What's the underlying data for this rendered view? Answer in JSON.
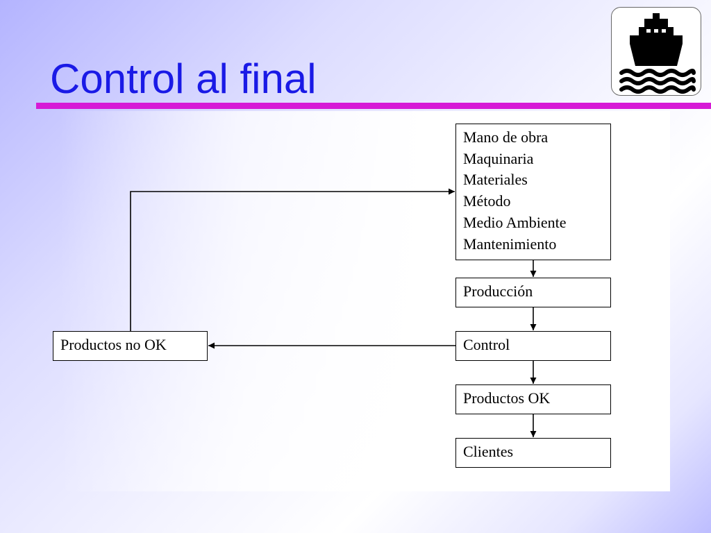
{
  "slide": {
    "title": "Control al final",
    "logo_icon": "ship-icon",
    "colors": {
      "title": "#1a1ae6",
      "rule": "#d61ad6",
      "line": "#000000"
    }
  },
  "diagram": {
    "nodes": {
      "inputs": {
        "lines": [
          "Mano de obra",
          "Maquinaria",
          "Materiales",
          "Método",
          "Medio Ambiente",
          "Mantenimiento"
        ]
      },
      "produccion": {
        "label": "Producción"
      },
      "control": {
        "label": "Control"
      },
      "productos_ok": {
        "label": "Productos OK"
      },
      "clientes": {
        "label": "Clientes"
      },
      "productos_no_ok": {
        "label": "Productos no OK"
      }
    },
    "edges": [
      {
        "from": "inputs",
        "to": "produccion"
      },
      {
        "from": "produccion",
        "to": "control"
      },
      {
        "from": "control",
        "to": "productos_ok"
      },
      {
        "from": "productos_ok",
        "to": "clientes"
      },
      {
        "from": "control",
        "to": "productos_no_ok"
      },
      {
        "from": "productos_no_ok",
        "to": "inputs"
      }
    ]
  }
}
